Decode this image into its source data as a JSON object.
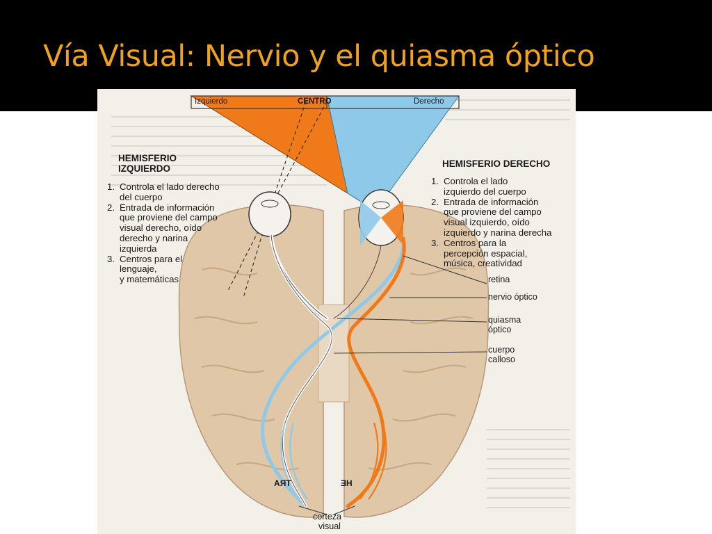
{
  "slide": {
    "title": "Vía Visual: Nervio y el quiasma óptico",
    "colors": {
      "background": "#000000",
      "title": "#f0a21c"
    }
  },
  "figure": {
    "visual_field": {
      "left": "Izquierdo",
      "center": "CENTRO",
      "right": "Derecho"
    },
    "left_hemisphere": {
      "heading_line1": "HEMISFERIO",
      "heading_line2": "IZQUIERDO",
      "items": [
        {
          "num": "1.",
          "lines": [
            "Controla el lado derecho",
            "del cuerpo"
          ]
        },
        {
          "num": "2.",
          "lines": [
            "Entrada de información",
            "que proviene del campo",
            "visual derecho, oído",
            "derecho y narina",
            "izquierda"
          ]
        },
        {
          "num": "3.",
          "lines": [
            "Centros para el",
            "lenguaje,",
            "y matemáticas"
          ]
        }
      ]
    },
    "right_hemisphere": {
      "heading": "HEMISFERIO DERECHO",
      "items": [
        {
          "num": "1.",
          "lines": [
            "Controla el lado",
            "izquierdo del cuerpo"
          ]
        },
        {
          "num": "2.",
          "lines": [
            "Entrada de información",
            "que proviene del campo",
            "visual izquierdo, oído",
            "izquierdo y narina derecha"
          ]
        },
        {
          "num": "3.",
          "lines": [
            "Centros para la",
            "percepción espacial,",
            "música, creatividad"
          ]
        }
      ]
    },
    "structure_labels": {
      "retina": "retina",
      "optic_nerve": "nervio óptico",
      "chiasm_1": "quiasma",
      "chiasm_2": "óptico",
      "callosum_1": "cuerpo",
      "callosum_2": "calloso",
      "cortex_1": "corteza",
      "cortex_2": "visual",
      "mirror_left": "TRA",
      "mirror_right": "HE"
    },
    "colors": {
      "left_field": "#f07a1a",
      "right_field": "#8ec9ea",
      "paper": "#f3efe9"
    }
  }
}
